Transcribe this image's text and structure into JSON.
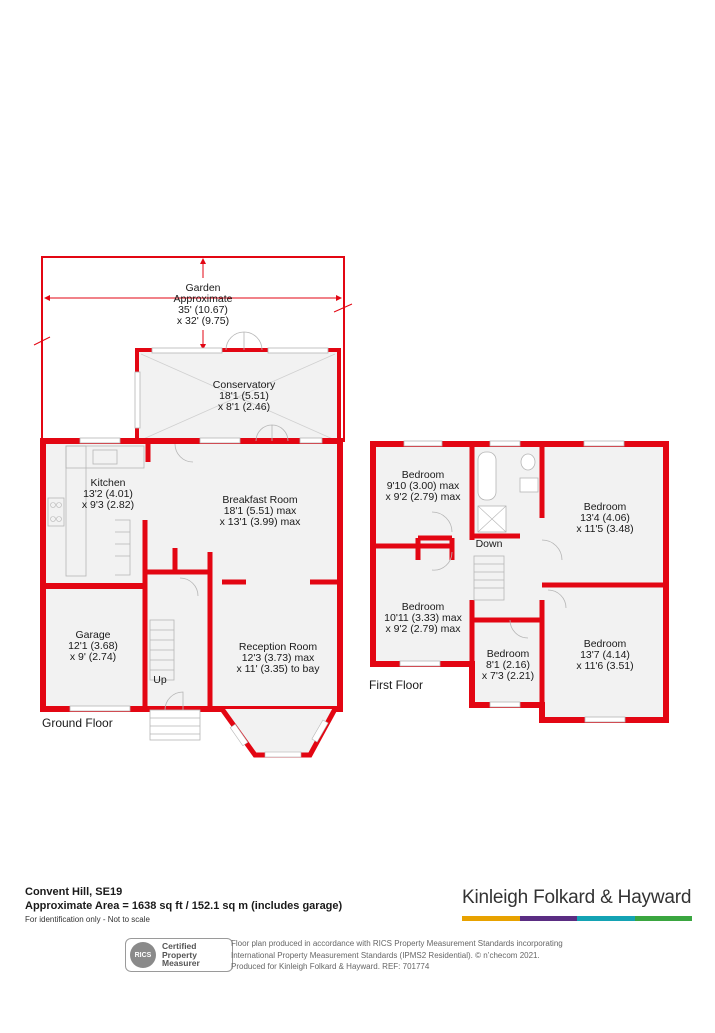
{
  "colors": {
    "wall": "#e30613",
    "room_fill": "#f2f2f2",
    "garden_fill": "#ffffff",
    "line": "#b5b5b5"
  },
  "ground_floor": {
    "label": "Ground Floor",
    "garden": {
      "name": "Garden",
      "line2": "Approximate",
      "dims1": "35' (10.67)",
      "dims2": "x 32' (9.75)"
    },
    "conservatory": {
      "name": "Conservatory",
      "dims1": "18'1 (5.51)",
      "dims2": "x 8'1 (2.46)"
    },
    "kitchen": {
      "name": "Kitchen",
      "dims1": "13'2 (4.01)",
      "dims2": "x 9'3 (2.82)"
    },
    "breakfast": {
      "name": "Breakfast Room",
      "dims1": "18'1 (5.51) max",
      "dims2": "x 13'1 (3.99) max"
    },
    "garage": {
      "name": "Garage",
      "dims1": "12'1 (3.68)",
      "dims2": "x 9' (2.74)"
    },
    "reception": {
      "name": "Reception Room",
      "dims1": "12'3 (3.73) max",
      "dims2": "x 11' (3.35) to bay"
    },
    "stairs_label": "Up"
  },
  "first_floor": {
    "label": "First Floor",
    "bedroom_tl": {
      "name": "Bedroom",
      "dims1": "9'10 (3.00) max",
      "dims2": "x 9'2 (2.79) max"
    },
    "bedroom_tr": {
      "name": "Bedroom",
      "dims1": "13'4 (4.06)",
      "dims2": "x 11'5 (3.48)"
    },
    "bedroom_ml": {
      "name": "Bedroom",
      "dims1": "10'11 (3.33) max",
      "dims2": "x 9'2 (2.79) max"
    },
    "bedroom_sm": {
      "name": "Bedroom",
      "dims1": "8'1 (2.16)",
      "dims2": "x 7'3 (2.21)"
    },
    "bedroom_br": {
      "name": "Bedroom",
      "dims1": "13'7 (4.14)",
      "dims2": "x 11'6 (3.51)"
    },
    "stairs_label": "Down"
  },
  "footer": {
    "address": "Convent Hill, SE19",
    "area": "Approximate Area = 1638 sq ft / 152.1 sq m (includes garage)",
    "disclaimer": "For identification only - Not to scale",
    "agent": "Kinleigh Folkard & Hayward",
    "agent_colors": [
      "#e8a200",
      "#5a2d82",
      "#14a3b4",
      "#3aa640"
    ],
    "rics_badge": {
      "logo": "RICS",
      "line1": "Certified",
      "line2": "Property",
      "line3": "Measurer"
    },
    "produced_line1": "Floor plan produced in accordance with RICS Property Measurement Standards incorporating",
    "produced_line2": "International Property Measurement Standards (IPMS2 Residential).  © n’checom 2021.",
    "produced_line3": "Produced for Kinleigh Folkard & Hayward.   REF: 701774"
  }
}
